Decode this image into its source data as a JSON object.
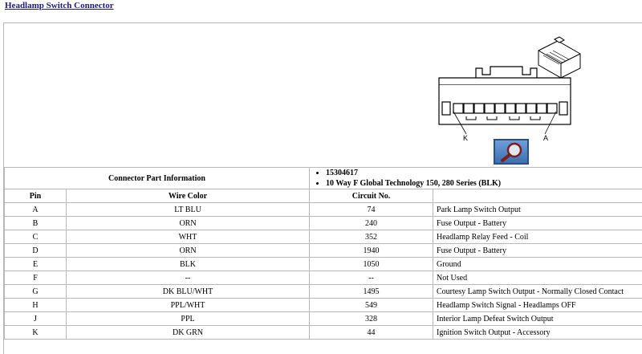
{
  "title": "Headlamp Switch Connector",
  "diagram": {
    "label_left": "K",
    "label_right": "A"
  },
  "info": {
    "header": "Connector Part Information",
    "items": [
      "15304617",
      "10 Way F Global Technology 150, 280 Series (BLK)"
    ]
  },
  "table": {
    "headers": {
      "pin": "Pin",
      "wire": "Wire Color",
      "circuit": "Circuit No."
    },
    "rows": [
      {
        "pin": "A",
        "wire": "LT BLU",
        "circuit": "74",
        "function": "Park Lamp Switch Output"
      },
      {
        "pin": "B",
        "wire": "ORN",
        "circuit": "240",
        "function": "Fuse Output - Battery"
      },
      {
        "pin": "C",
        "wire": "WHT",
        "circuit": "352",
        "function": "Headlamp Relay Feed - Coil"
      },
      {
        "pin": "D",
        "wire": "ORN",
        "circuit": "1940",
        "function": "Fuse Output - Battery"
      },
      {
        "pin": "E",
        "wire": "BLK",
        "circuit": "1050",
        "function": "Ground"
      },
      {
        "pin": "F",
        "wire": "--",
        "circuit": "--",
        "function": "Not Used"
      },
      {
        "pin": "G",
        "wire": "DK BLU/WHT",
        "circuit": "1495",
        "function": "Courtesy Lamp Switch Output - Normally Closed Contact"
      },
      {
        "pin": "H",
        "wire": "PPL/WHT",
        "circuit": "549",
        "function": "Headlamp Switch Signal - Headlamps OFF"
      },
      {
        "pin": "J",
        "wire": "PPL",
        "circuit": "328",
        "function": "Interior Lamp Defeat Switch Output"
      },
      {
        "pin": "K",
        "wire": "DK GRN",
        "circuit": "44",
        "function": "Ignition Switch Output - Accessory"
      }
    ]
  }
}
